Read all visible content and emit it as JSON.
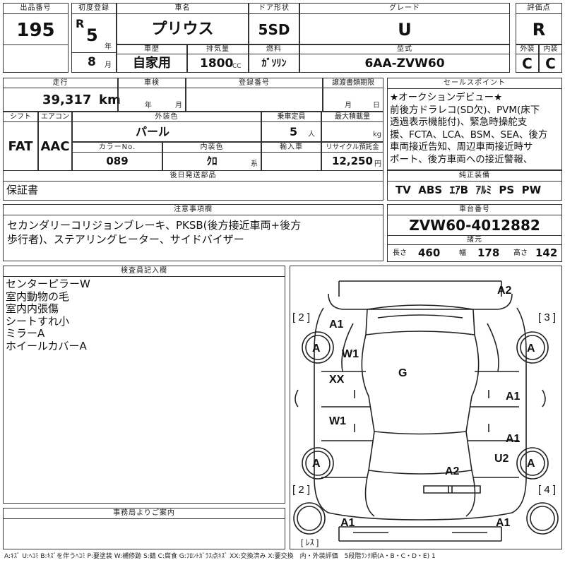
{
  "sheet": {
    "lot_no_label": "出品番号",
    "lot_no": "195",
    "first_reg_label": "初度登録",
    "first_reg_era": "R",
    "first_reg_year": "5",
    "year_unit": "年",
    "first_reg_month": "8",
    "month_unit": "月",
    "car_name_label": "車名",
    "car_name": "プリウス",
    "door_label": "ドア形状",
    "door": "5SD",
    "grade_label": "グレード",
    "grade": "U",
    "score_label": "評価点",
    "score": "R",
    "history_label": "車歴",
    "history": "自家用",
    "displacement_label": "排気量",
    "displacement": "1800",
    "displacement_unit": "CC",
    "fuel_label": "燃料",
    "fuel": "ｶﾞｿﾘﾝ",
    "model_label": "型式",
    "model": "6AA-ZVW60",
    "exterior_label": "外装",
    "exterior": "C",
    "interior_label": "内装",
    "interior": "C",
    "mileage_label": "走行",
    "mileage": "39,317",
    "mileage_unit": "km",
    "inspection_label": "車検",
    "inspection_year_unit": "年",
    "inspection_month_unit": "月",
    "reg_no_label": "登録番号",
    "transfer_label": "譲渡書類期限",
    "transfer_month_unit": "月",
    "transfer_day_unit": "日",
    "sales_point_label": "セールスポイント",
    "sales_point_lines": [
      "★オークションデビュー★",
      "前後方ドラレコ(SD欠)、PVM(床下",
      "透過表示機能付)、緊急時操舵支",
      "援、FCTA、LCA、BSM、SEA、後方",
      "車両接近告知、周辺車両接近時サ",
      "ポート、後方車両への接近警報、"
    ],
    "shift_label": "シフト",
    "shift": "FAT",
    "ac_label": "エアコン",
    "ac": "AAC",
    "color_label": "外装色",
    "color": "パール",
    "capacity_label": "乗車定員",
    "capacity": "5",
    "capacity_unit": "人",
    "loadcap_label": "最大積載量",
    "loadcap_unit": "kg",
    "color_no_label": "カラーNo.",
    "color_no": "089",
    "int_color_label": "内装色",
    "int_color": "ｸﾛ",
    "int_color_unit": "系",
    "import_label": "輸入車",
    "recycle_label": "リサイクル預託金",
    "recycle": "12,250",
    "recycle_unit": "円",
    "later_parts_label": "後日発送部品",
    "later_parts": "保証書",
    "equipment_label": "純正装備",
    "equipment": "TV  ABS  ｴｱB  ｱﾙﾐ  PS  PW",
    "notes_label": "注意事項欄",
    "notes_lines": [
      "セカンダリーコリジョンブレーキ、PKSB(後方接近車両+後方",
      "歩行者)、ステアリングヒーター、サイドバイザー"
    ],
    "chassis_label": "車台番号",
    "chassis": "ZVW60-4012882",
    "specs_label": "諸元",
    "length_label": "長さ",
    "length": "460",
    "width_label": "幅",
    "width": "178",
    "height_label": "高さ",
    "height": "142",
    "inspector_label": "検査員記入欄",
    "inspector_lines": [
      "センターピラーW",
      "室内動物の毛",
      "室内内張傷",
      "シートすれ小",
      "ミラーA",
      "ホイールカバーA"
    ],
    "office_label": "事務局よりご案内",
    "legend": "A:ｷｽﾞ U:ﾍｺﾐ B:ｷｽﾞを伴うﾍｺﾐ P:要塗装 W:補修跡 S:錆 C:腐食 G:ﾌﾛﾝﾄｶﾞﾗｽ点ｷｽﾞ XX:交換済み X:要交換　内・外装評価　5段階ﾗﾝｸ順(A・B・C・D・E) 1"
  },
  "diagram": {
    "corner_labels": [
      "2",
      "3",
      "2",
      "4"
    ],
    "rear_label": "ﾚｽ",
    "marks": [
      {
        "text": "A2"
      },
      {
        "text": "A1"
      },
      {
        "text": "A"
      },
      {
        "text": "W1"
      },
      {
        "text": "A"
      },
      {
        "text": "G"
      },
      {
        "text": "XX"
      },
      {
        "text": "A1"
      },
      {
        "text": "W1"
      },
      {
        "text": "A1"
      },
      {
        "text": "A"
      },
      {
        "text": "U2"
      },
      {
        "text": "A"
      },
      {
        "text": "A2"
      },
      {
        "text": "A1"
      },
      {
        "text": "A1"
      }
    ]
  }
}
